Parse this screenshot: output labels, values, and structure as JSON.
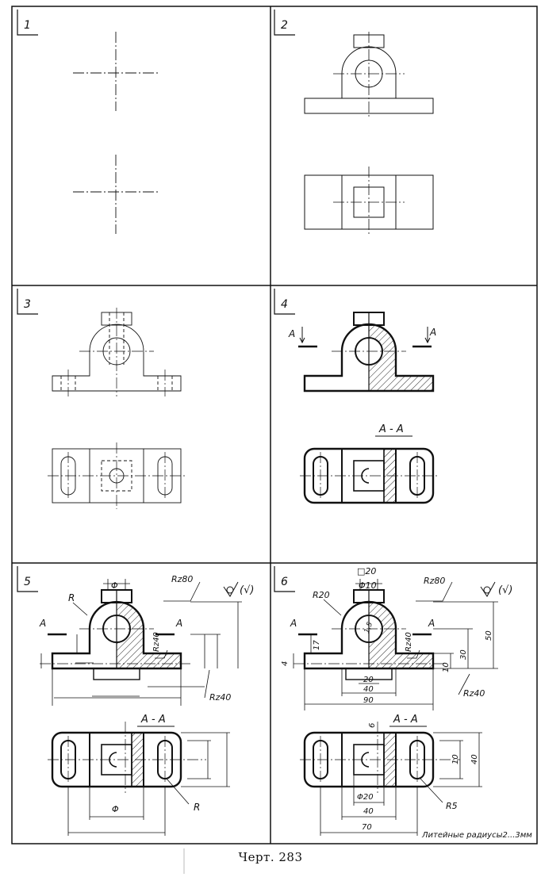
{
  "panels": [
    {
      "number": "1"
    },
    {
      "number": "2"
    },
    {
      "number": "3"
    },
    {
      "number": "4"
    },
    {
      "number": "5"
    },
    {
      "number": "6"
    }
  ],
  "labels": {
    "section_mark": "A",
    "section_title": "A - A",
    "phi": "Φ",
    "radius": "R",
    "roughness_rz80": "Rz80",
    "roughness_rz40": "Rz40",
    "roughness_general": "(√)"
  },
  "dimensions_panel6": {
    "square_20": "□20",
    "phi10": "Φ10",
    "r20": "R20",
    "d17": "17",
    "d4": "4",
    "d20": "20",
    "d40": "40",
    "d90": "90",
    "d10": "10",
    "d30": "30",
    "d50": "50",
    "chamfer_15": "1,5",
    "d6": "6",
    "phi20": "Φ20",
    "d40b": "40",
    "d70": "70",
    "r5": "R5",
    "d10b": "10",
    "d40c": "40",
    "note": "Литейные радиусы2...3мм"
  },
  "caption": "Черт. 283"
}
